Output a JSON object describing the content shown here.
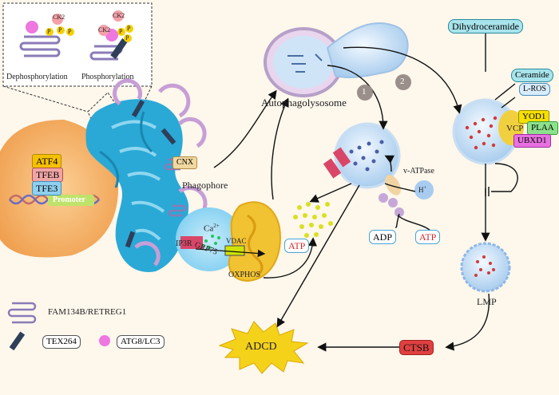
{
  "inset": {
    "kinase": "CK2",
    "phospho": "P",
    "dephosphorylation": "Dephosphorylation",
    "phosphorylation": "Phosphorylation"
  },
  "nucleus": {
    "tfs": [
      "ATF4",
      "TFEB",
      "TFE3"
    ],
    "promoter": "Promoter"
  },
  "er": {
    "cnx": "CNX",
    "phagophore": "Phagophore",
    "calcium": "Ca",
    "calcium_sup": "2+",
    "ip3r": "IP3R",
    "grp75": "GRP75",
    "vdac": "VDAC",
    "oxphos": "OXPHOS"
  },
  "autophagy": {
    "autophagolysosome": "Autophagolysosome",
    "step1": "1",
    "step2": "2",
    "vatpase": "v-ATPase",
    "proton": "H",
    "proton_sup": "+",
    "adp": "ADP",
    "atp": "ATP",
    "atp_left": "ATP"
  },
  "lmp_path": {
    "dihydroceramide": "Dihydroceramide",
    "ceramide": "Ceramide",
    "lros": "L-ROS",
    "yod1": "YOD1",
    "vcp": "VCP",
    "plaa": "PLAA",
    "ubxd1": "UBXD1",
    "lmp": "LMP",
    "ctsb": "CTSB",
    "adcd": "ADCD"
  },
  "legend": {
    "fam134b": "FAM134B/RETREG1",
    "tex264": "TEX264",
    "atg8": "ATG8/LC3"
  },
  "colors": {
    "background": "#fdf7ec",
    "er": "#2aa9d6",
    "nucleus": "#f6b06a",
    "lysosome": "#d6e9f7",
    "mito": "#f1c232",
    "ctsb": "#e04040",
    "atp_dot": "#d9e021",
    "ceramide_box": "#a8e4ec"
  }
}
